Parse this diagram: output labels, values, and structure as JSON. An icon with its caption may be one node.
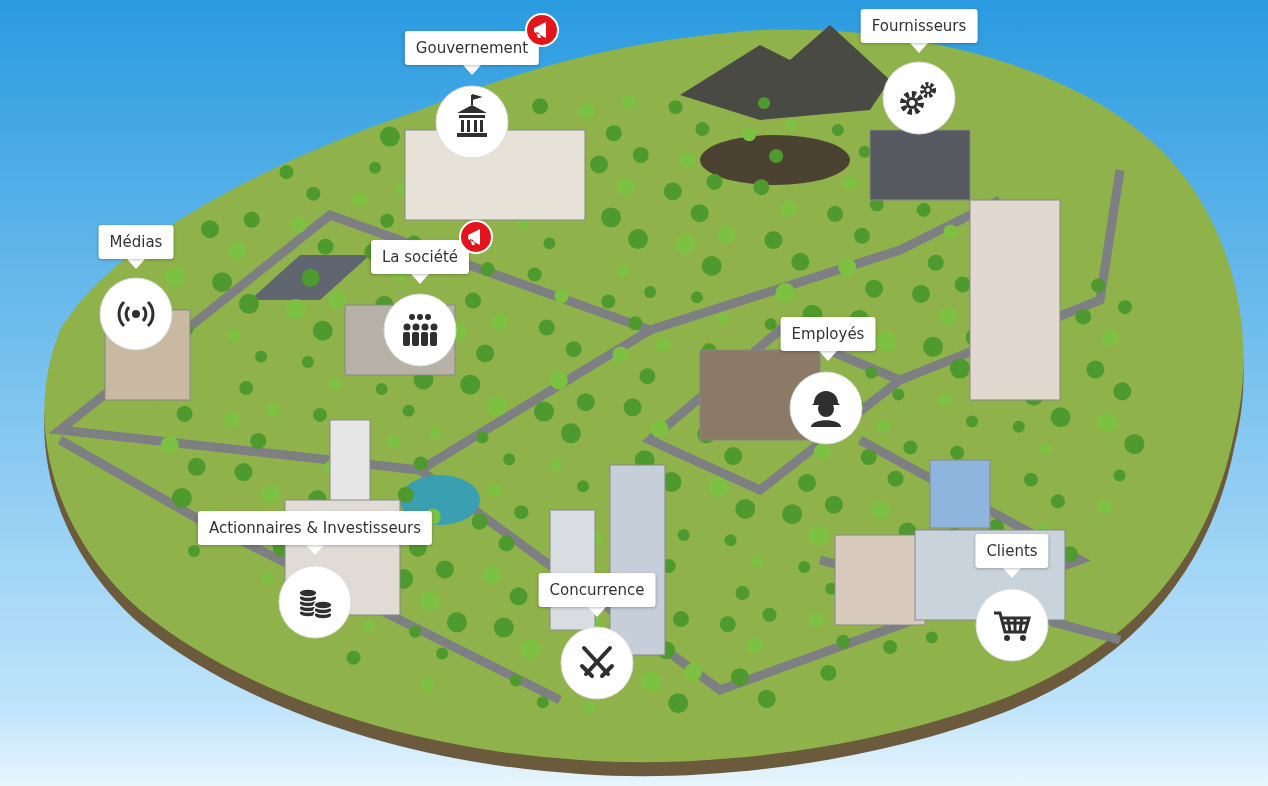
{
  "diagram": {
    "nodes": [
      {
        "text": [
          "Gouvernement"
        ]
      },
      {
        "text": [
          "Fournisseurs"
        ]
      },
      {
        "text": [
          "Médias"
        ]
      },
      {
        "text": [
          "La société"
        ]
      },
      {
        "text": [
          "Employés"
        ]
      },
      {
        "text": [
          "Actionnaires & Investisseurs"
        ]
      },
      {
        "text": [
          "Concurrence"
        ]
      },
      {
        "text": [
          "Clients"
        ]
      }
    ]
  }
}
